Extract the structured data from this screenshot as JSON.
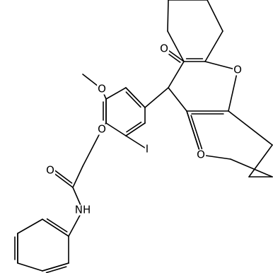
{
  "molecule": {
    "atom_labels": {
      "carbonyl_o_top": "O",
      "pyran_o": "O",
      "carbonyl_o_bottom": "O",
      "methoxy_o": "O",
      "ether_o": "O",
      "iodine": "I",
      "amide_o": "O",
      "amide_nh": "NH"
    }
  }
}
